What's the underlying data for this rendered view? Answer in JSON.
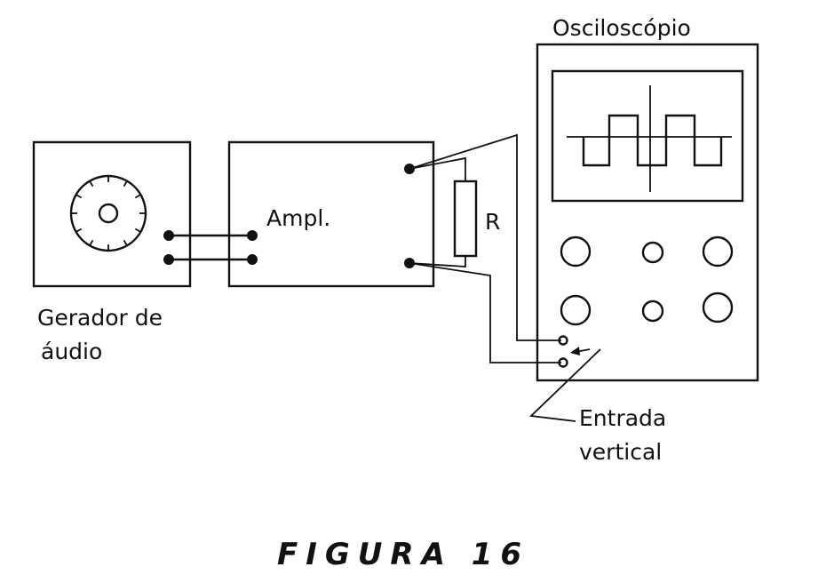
{
  "labels": {
    "oscilloscope": "Osciloscópio",
    "amplifier": "Ampl.",
    "resistor": "R",
    "generator_line1": "Gerador de",
    "generator_line2": "áudio",
    "input_line1": "Entrada",
    "input_line2": "vertical"
  },
  "caption": "FIGURA 16",
  "icons": [
    "dial-icon",
    "square-wave-trace"
  ],
  "colors": {
    "ink": "#111111",
    "background": "#ffffff"
  }
}
